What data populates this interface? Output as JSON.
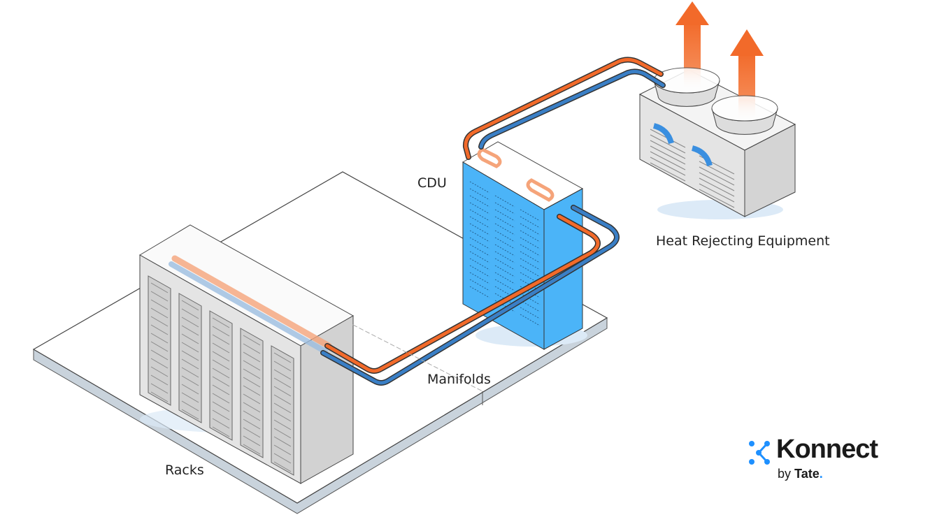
{
  "labels": {
    "cdu": "CDU",
    "heat_rejecting": "Heat Rejecting Equipment",
    "manifolds": "Manifolds",
    "racks": "Racks"
  },
  "logo": {
    "name": "Konnect",
    "by": "by",
    "brand": "Tate",
    "dot": "."
  },
  "colors": {
    "hot_pipe": "#f26a2a",
    "cold_pipe": "#3a7fc6",
    "cdu": "#4bb4f8",
    "rack": "#e2e2e2",
    "logo_accent": "#1e90ff"
  }
}
